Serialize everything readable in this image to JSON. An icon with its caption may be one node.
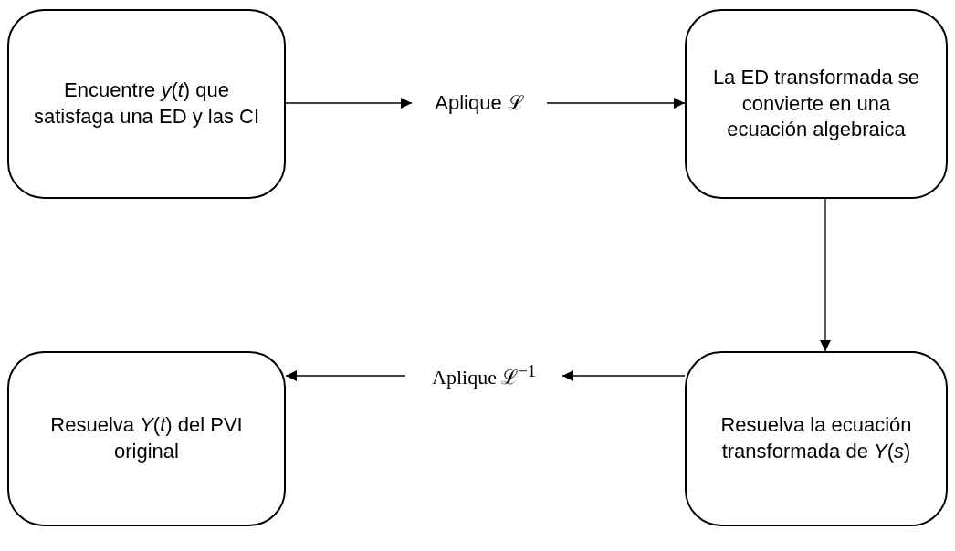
{
  "diagram": {
    "nodes": [
      {
        "text": [
          "Encuentre *y*(*t*) que satisfaga una ED y las CI"
        ]
      },
      {
        "text": [
          "Aplique ℒ"
        ]
      },
      {
        "text": [
          "La ED transformada se convierte en una ecuación algebraica"
        ]
      },
      {
        "text": [
          "Resuelva la ecuación transformada de *Y*(*s*)"
        ]
      },
      {
        "text": [
          "Aplique ℒ$^{−1}$"
        ]
      },
      {
        "text": [
          "Resuelva *Y*(*t*) del PVI original"
        ]
      }
    ],
    "edges": [
      {
        "from": 0,
        "to": 1,
        "arrow": "to"
      },
      {
        "from": 1,
        "to": 2,
        "arrow": "to"
      },
      {
        "from": 2,
        "to": 3,
        "arrow": "to"
      },
      {
        "from": 3,
        "to": 4,
        "arrow": "to"
      },
      {
        "from": 4,
        "to": 5,
        "arrow": "to"
      }
    ]
  }
}
